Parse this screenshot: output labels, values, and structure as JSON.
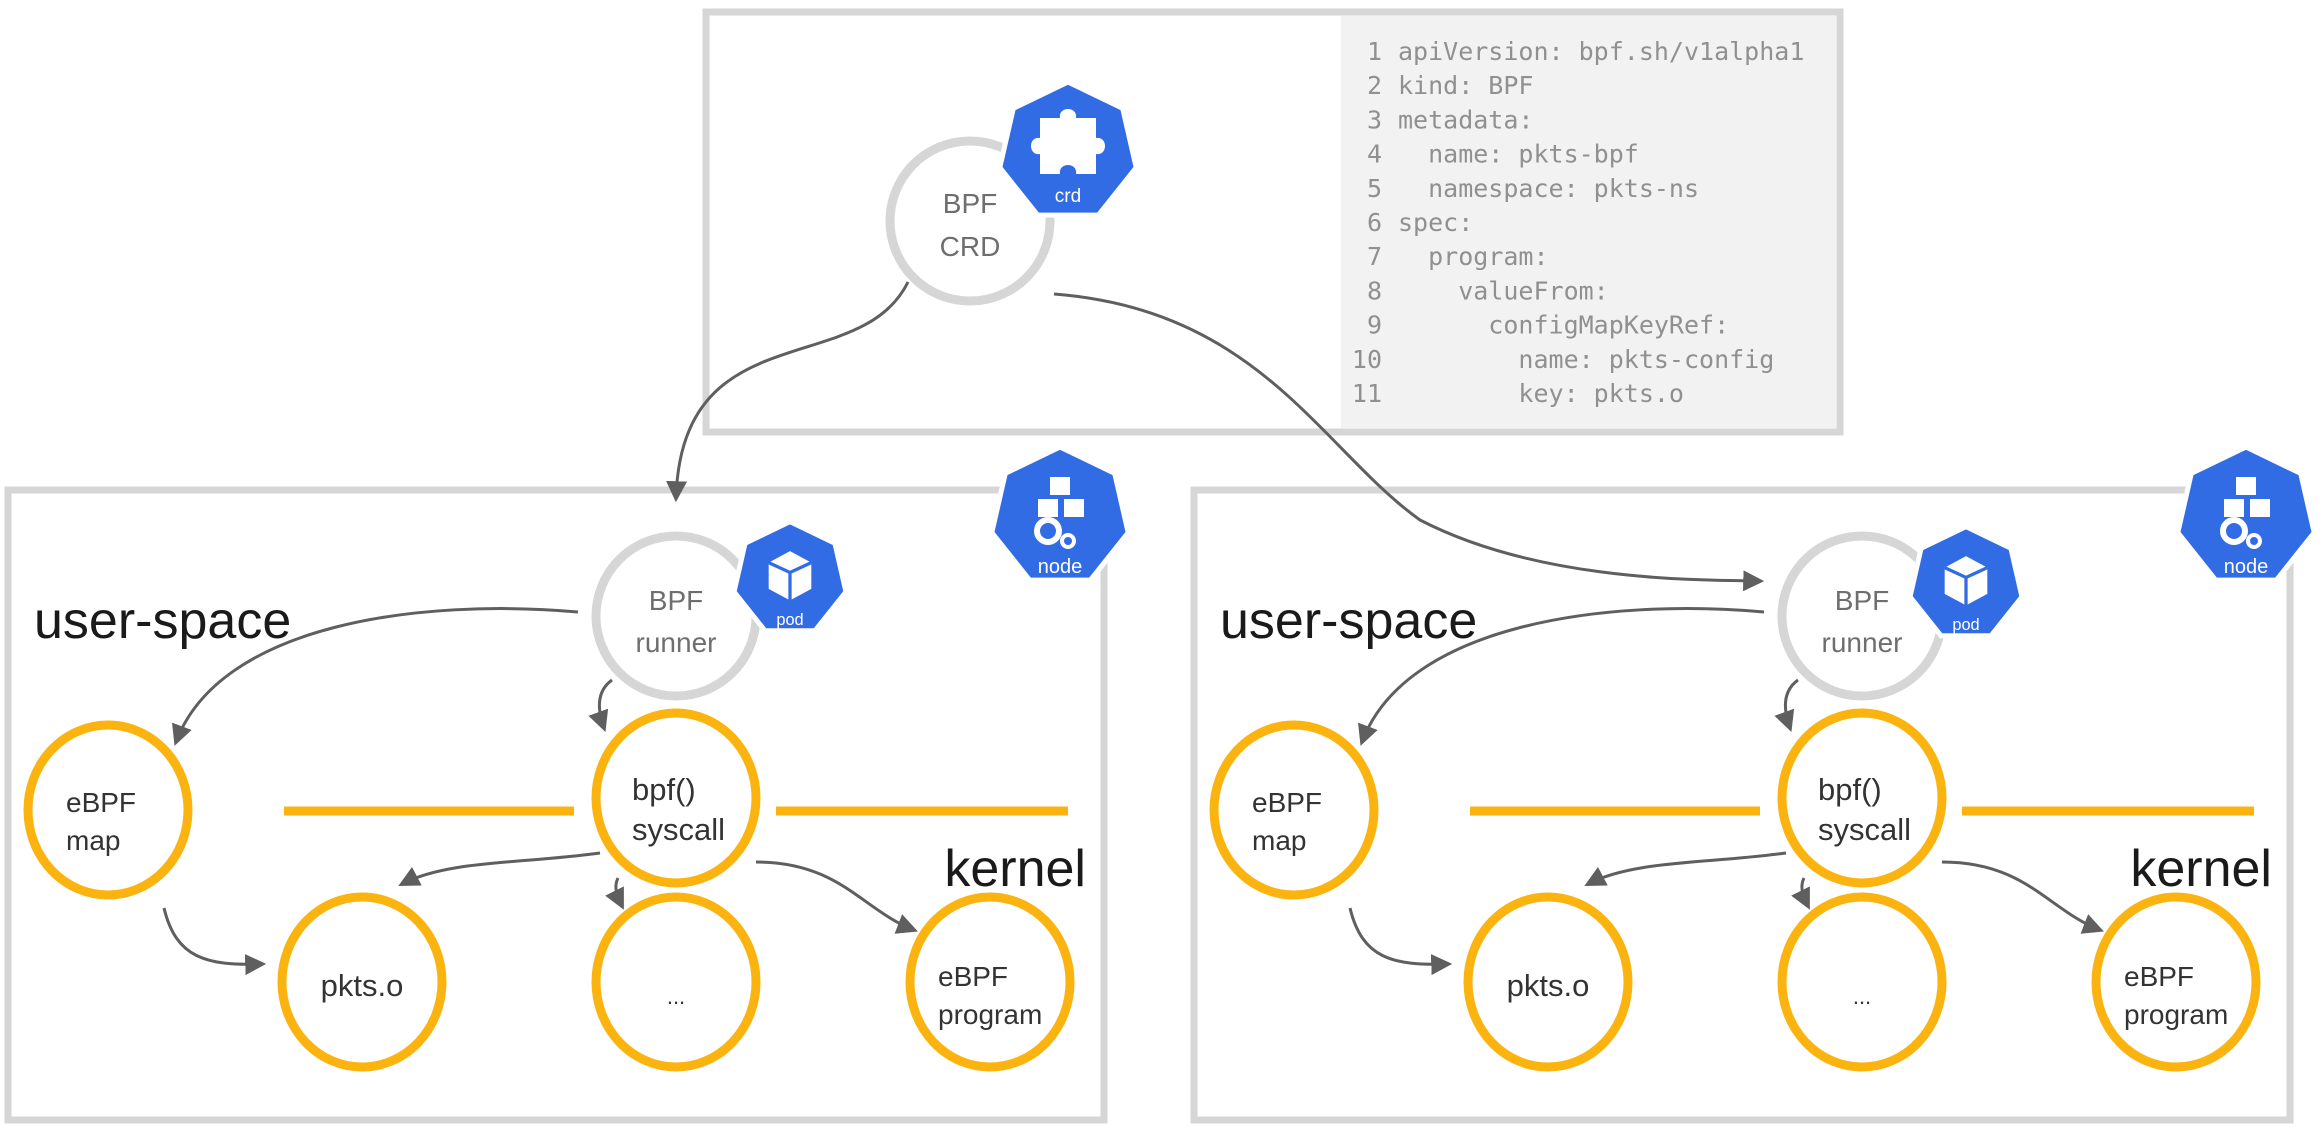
{
  "colors": {
    "box_border": "#d6d6d6",
    "code_bg": "#f2f2f2",
    "code_text": "#909090",
    "crd_circle": "#d6d6d6",
    "kernel_orange": "#fbb40f",
    "arrow": "#5f5f5f",
    "k8s_blue": "#326ce5"
  },
  "icons": {
    "crd": "puzzle-icon",
    "node": "cubes-gear-icon",
    "pod": "cube-icon"
  },
  "crd_panel": {
    "circle_line1": "BPF",
    "circle_line2": "CRD",
    "badge": "crd",
    "code_lines": [
      {
        "num": "1",
        "text": "apiVersion: bpf.sh/v1alpha1"
      },
      {
        "num": "2",
        "text": "kind: BPF"
      },
      {
        "num": "3",
        "text": "metadata:"
      },
      {
        "num": "4",
        "text": "  name: pkts-bpf"
      },
      {
        "num": "5",
        "text": "  namespace: pkts-ns"
      },
      {
        "num": "6",
        "text": "spec:"
      },
      {
        "num": "7",
        "text": "  program:"
      },
      {
        "num": "8",
        "text": "    valueFrom:"
      },
      {
        "num": "9",
        "text": "      configMapKeyRef:"
      },
      {
        "num": "10",
        "text": "        name: pkts-config"
      },
      {
        "num": "11",
        "text": "        key: pkts.o"
      }
    ]
  },
  "nodes": [
    {
      "badge": "node",
      "pod_badge": "pod",
      "user_space": "user-space",
      "kernel": "kernel",
      "runner_line1": "BPF",
      "runner_line2": "runner",
      "map_line1": "eBPF",
      "map_line2": "map",
      "syscall_line1": "bpf()",
      "syscall_line2": "syscall",
      "pkts": "pkts.o",
      "ellipsis": "...",
      "program_line1": "eBPF",
      "program_line2": "program"
    },
    {
      "badge": "node",
      "pod_badge": "pod",
      "user_space": "user-space",
      "kernel": "kernel",
      "runner_line1": "BPF",
      "runner_line2": "runner",
      "map_line1": "eBPF",
      "map_line2": "map",
      "syscall_line1": "bpf()",
      "syscall_line2": "syscall",
      "pkts": "pkts.o",
      "ellipsis": "...",
      "program_line1": "eBPF",
      "program_line2": "program"
    }
  ]
}
